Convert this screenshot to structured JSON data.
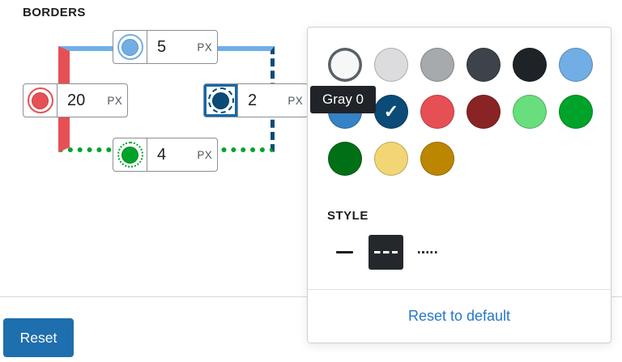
{
  "page": {
    "section_label": "BORDERS",
    "reset_button_label": "Reset"
  },
  "colors": {
    "primary_button": "#1e6fad",
    "focus_ring": "#1468a9",
    "link": "#2577c9",
    "tooltip_bg": "#202327",
    "selected_style_bg": "#24282c"
  },
  "borders": {
    "top": {
      "value": "5",
      "unit": "PX",
      "color": "#72aee6",
      "style": "solid",
      "focused": false
    },
    "left": {
      "value": "20",
      "unit": "PX",
      "color": "#e65054",
      "style": "solid",
      "focused": false
    },
    "right": {
      "value": "2",
      "unit": "PX",
      "color": "#0a4b78",
      "style": "dashed",
      "focused": true
    },
    "bottom": {
      "value": "4",
      "unit": "PX",
      "color": "#00a32a",
      "style": "dotted",
      "focused": false
    }
  },
  "popover": {
    "tooltip_text": "Gray 0",
    "palette": [
      {
        "color": "#f6f7f7",
        "selected": false,
        "hovered": true
      },
      {
        "color": "#dcdcde",
        "selected": false,
        "hovered": false
      },
      {
        "color": "#a7aaad",
        "selected": false,
        "hovered": false
      },
      {
        "color": "#3c434a",
        "selected": false,
        "hovered": false
      },
      {
        "color": "#1d2327",
        "selected": false,
        "hovered": false
      },
      {
        "color": "#72aee6",
        "selected": false,
        "hovered": false
      },
      {
        "color": "#3582c4",
        "selected": false,
        "hovered": false
      },
      {
        "color": "#0a4b78",
        "selected": true,
        "hovered": false
      },
      {
        "color": "#e65054",
        "selected": false,
        "hovered": false
      },
      {
        "color": "#8a2424",
        "selected": false,
        "hovered": false
      },
      {
        "color": "#68de7c",
        "selected": false,
        "hovered": false
      },
      {
        "color": "#00a32a",
        "selected": false,
        "hovered": false
      },
      {
        "color": "#007017",
        "selected": false,
        "hovered": false
      },
      {
        "color": "#f2d675",
        "selected": false,
        "hovered": false
      },
      {
        "color": "#bd8600",
        "selected": false,
        "hovered": false
      }
    ],
    "check_glyph": "✓",
    "style_label": "STYLE",
    "style_options": [
      {
        "name": "solid",
        "selected": false
      },
      {
        "name": "dashed",
        "selected": true
      },
      {
        "name": "dotted",
        "selected": false
      }
    ],
    "reset_link_label": "Reset to default"
  }
}
